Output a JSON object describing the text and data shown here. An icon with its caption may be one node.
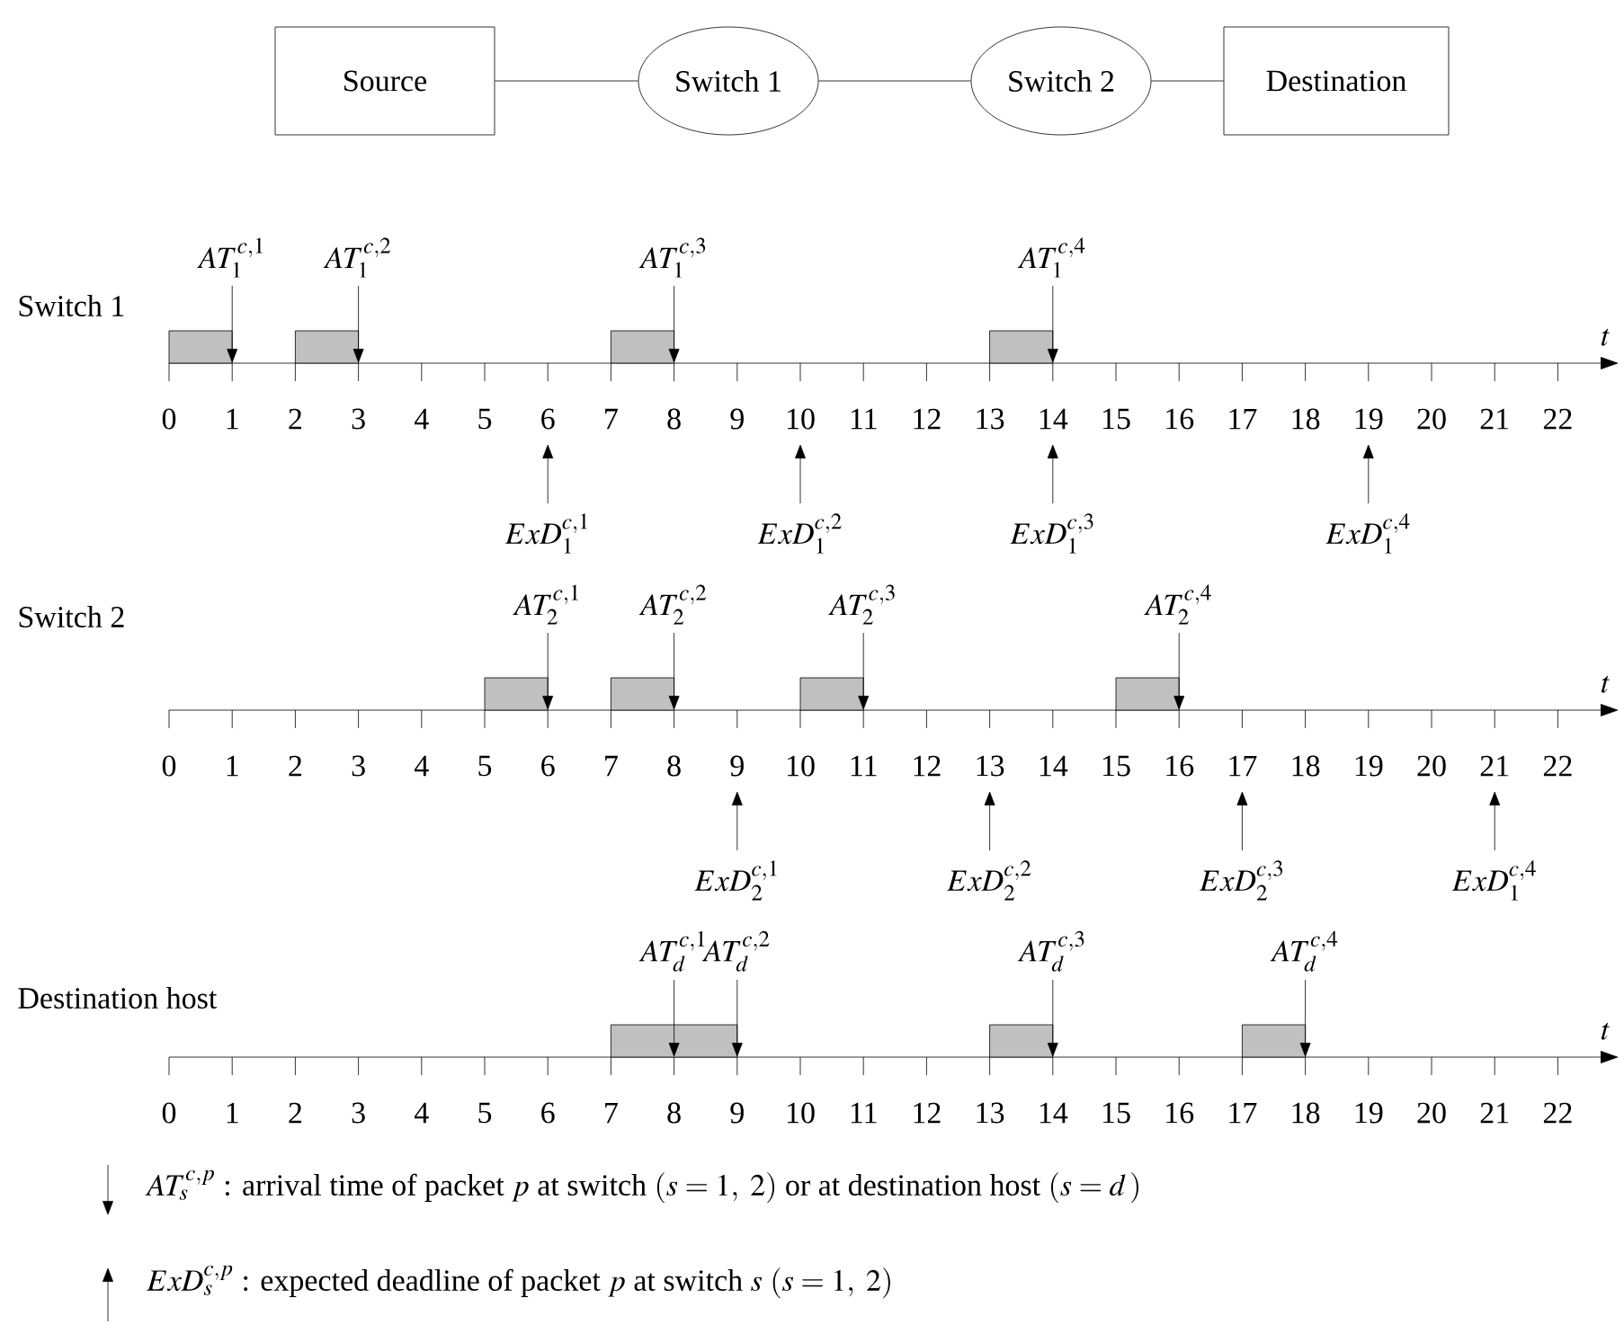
{
  "diagram": {
    "nodes": [
      {
        "text": [
          "Source"
        ]
      },
      {
        "text": [
          "Switch 1"
        ]
      },
      {
        "text": [
          "Switch 2"
        ]
      },
      {
        "text": [
          "Destination"
        ]
      }
    ],
    "edges": [
      {
        "from": 0,
        "to": 1,
        "arrow": "none"
      },
      {
        "from": 1,
        "to": 2,
        "arrow": "none"
      },
      {
        "from": 2,
        "to": 3,
        "arrow": "none"
      }
    ],
    "labels": [
      "Switch 1",
      "AT_1^{c,1}",
      "AT_1^{c,2}",
      "AT_1^{c,3}",
      "AT_1^{c,4}",
      "t",
      "0",
      "1",
      "2",
      "3",
      "4",
      "5",
      "6",
      "7",
      "8",
      "9",
      "10",
      "11",
      "12",
      "13",
      "14",
      "15",
      "16",
      "17",
      "18",
      "19",
      "20",
      "21",
      "22",
      "ExD_1^{c,1}",
      "ExD_1^{c,2}",
      "ExD_1^{c,3}",
      "ExD_1^{c,4}",
      "Switch 2",
      "AT_2^{c,1}",
      "AT_2^{c,2}",
      "AT_2^{c,3}",
      "AT_2^{c,4}",
      "t",
      "0",
      "1",
      "2",
      "3",
      "4",
      "5",
      "6",
      "7",
      "8",
      "9",
      "10",
      "11",
      "12",
      "13",
      "14",
      "15",
      "16",
      "17",
      "18",
      "19",
      "20",
      "21",
      "22",
      "ExD_2^{c,1}",
      "ExD_2^{c,2}",
      "ExD_2^{c,3}",
      "ExD_1^{c,4}",
      "Destination host",
      "AT_d^{c,1}",
      "AT_d^{c,2}",
      "AT_d^{c,3}",
      "AT_d^{c,4}",
      "t",
      "0",
      "1",
      "2",
      "3",
      "4",
      "5",
      "6",
      "7",
      "8",
      "9",
      "10",
      "11",
      "12",
      "13",
      "14",
      "15",
      "16",
      "17",
      "18",
      "19",
      "20",
      "21",
      "22"
    ],
    "legend": [
      {
        "text": "AT_s^{c,p}\\text{ : arrival time of packet }p\\text{ at switch }(s = 1,\\ 2)\\text{ or at destination host }(s = d\\,)"
      },
      {
        "text": "ExD_s^{c,p}\\text{ : expected deadline of packet }p\\text{ at switch }s\\ (s = 1,\\ 2)"
      }
    ]
  }
}
